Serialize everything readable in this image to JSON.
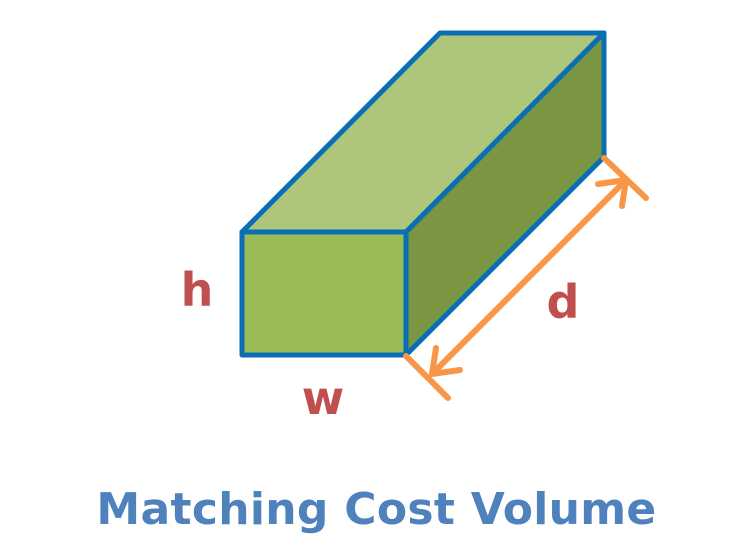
{
  "labels": {
    "height": "h",
    "width": "w",
    "depth": "d"
  },
  "caption": "Matching Cost Volume",
  "colors": {
    "front_face": "#9bbb59",
    "top_face": "#adc67c",
    "side_face": "#7a9642",
    "edge": "#0a6eb4",
    "arrow": "#f79646",
    "label": "#c0504d",
    "caption": "#4f81bd"
  }
}
